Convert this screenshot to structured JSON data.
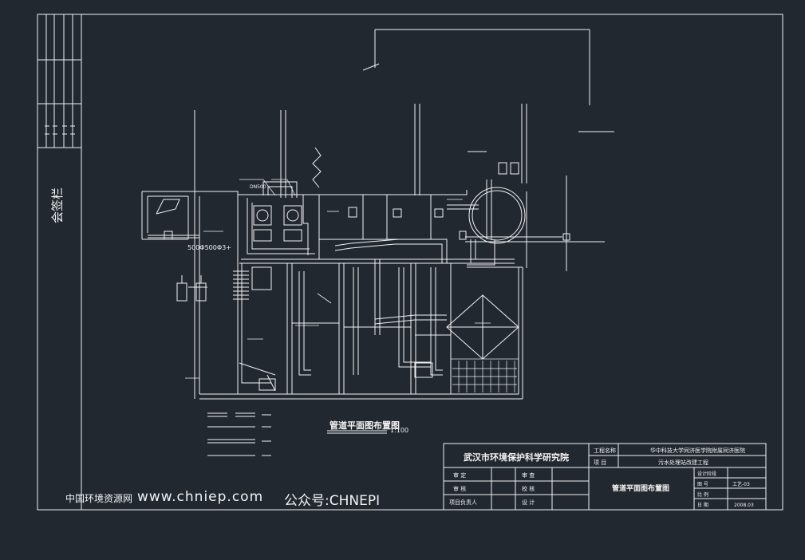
{
  "sidebar": {
    "stamp_label": "会签栏"
  },
  "drawing": {
    "title": "管道平面图布置图",
    "scale": "1:100",
    "stack_note_1": "500Φ500Φ3+",
    "tank_label": "DN500"
  },
  "title_block": {
    "institute": "武汉市环境保护科学研究院",
    "project_name_label": "工程名称",
    "project_name": "华中科技大学同济医学院附属同济医院",
    "item_label": "项 目",
    "item_value": "污水处理站改建工程",
    "audit": "审 定",
    "review": "审 核",
    "responsible": "项目负责人",
    "check": "审 查",
    "proofread": "校 核",
    "design": "设 计",
    "sheet_title": "管道平面图布置图",
    "design_stage": "设计阶段",
    "drawing_no_label": "图 号",
    "drawing_no": "工艺-03",
    "scale_label": "比 例",
    "date_label": "日 期",
    "date": "2008.03"
  },
  "watermark": {
    "site_name": "中国环境资源网",
    "url": "www.chniep.com",
    "wechat": "公众号:CHNEPI"
  },
  "colors": {
    "background": "#212830",
    "line": "#f2f2f2"
  }
}
